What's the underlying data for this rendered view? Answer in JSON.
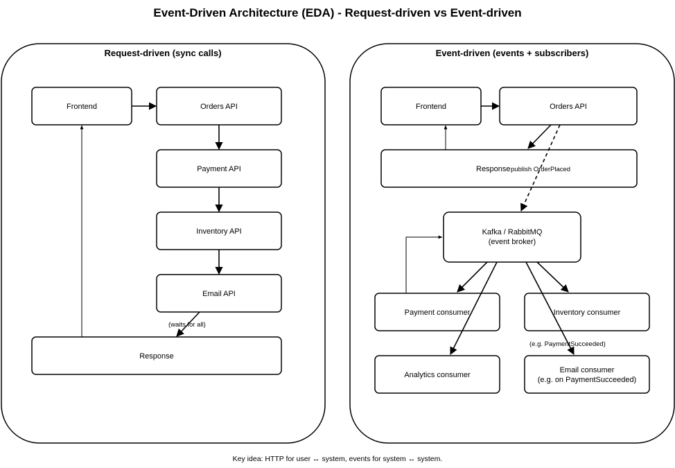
{
  "title": "Event-Driven Architecture (EDA) - Request-driven vs Event-driven",
  "left": {
    "title": "Request-driven (sync calls)",
    "nodes": {
      "frontend": "Frontend",
      "orders_api": "Orders API",
      "payment_api": "Payment API",
      "inventory_api": "Inventory API",
      "email_api": "Email API",
      "response": "Response"
    },
    "edge_labels": {
      "waits": "(waits for all)"
    }
  },
  "right": {
    "title": "Event-driven (events + subscribers)",
    "nodes": {
      "frontend": "Frontend",
      "orders_api": "Orders API",
      "response": "Response",
      "broker_line1": "Kafka / RabbitMQ",
      "broker_line2": "(event broker)",
      "payment_consumer": "Payment consumer",
      "inventory_consumer": "Inventory consumer",
      "analytics_consumer": "Analytics consumer",
      "email_consumer_line1": "Email consumer",
      "email_consumer_line2": "(e.g. on PaymentSucceeded)"
    },
    "edge_labels": {
      "publish": "publish OrderPlaced",
      "payment_succeeded": "(e.g. PaymentSucceeded)"
    }
  },
  "footer": "Key idea: HTTP for user ↔ system, events for system ↔ system."
}
